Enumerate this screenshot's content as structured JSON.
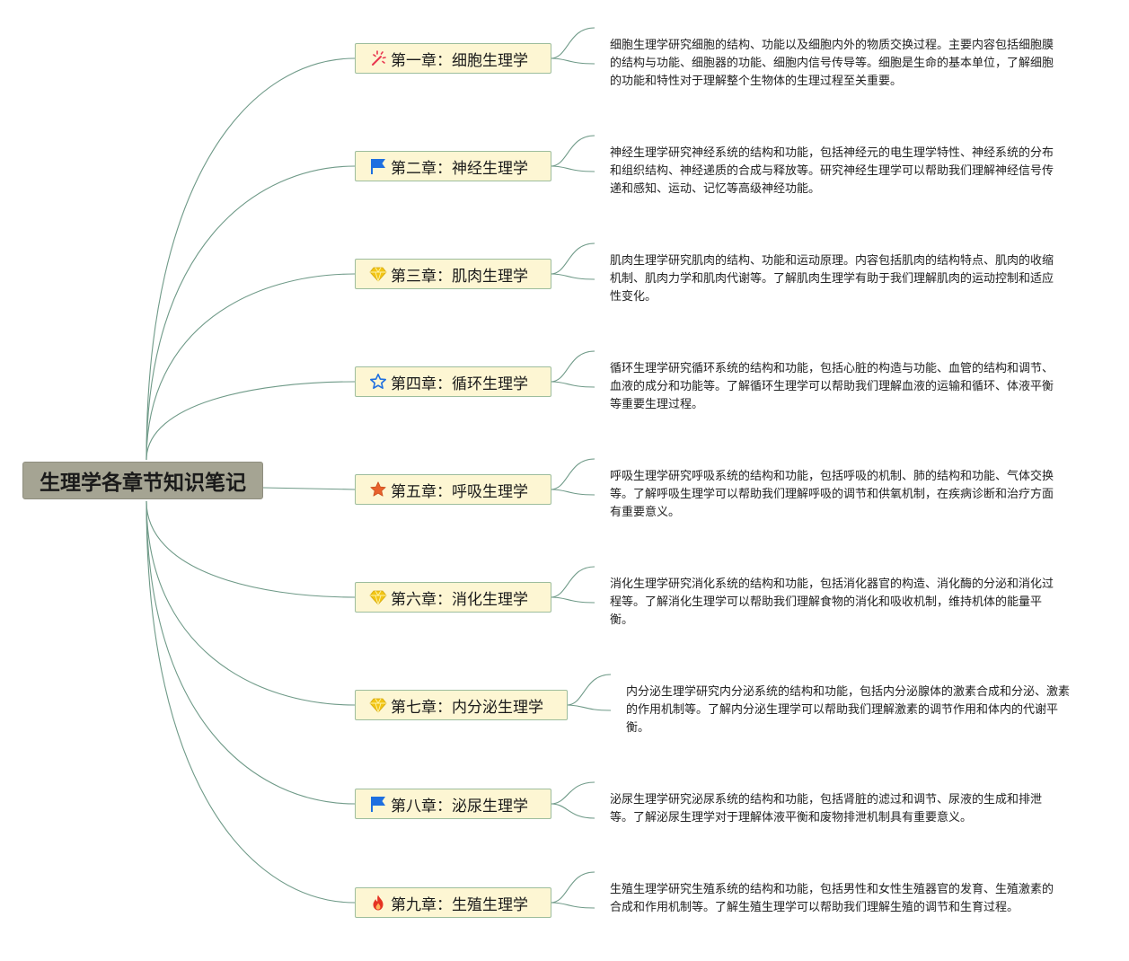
{
  "root": {
    "title": "生理学各章节知识笔记"
  },
  "chapters": [
    {
      "title": "第一章：细胞生理学",
      "icon": "magic-wand-icon",
      "description": "细胞生理学研究细胞的结构、功能以及细胞内外的物质交换过程。主要内容包括细胞膜的结构与功能、细胞器的功能、细胞内信号传导等。细胞是生命的基本单位，了解细胞的功能和特性对于理解整个生物体的生理过程至关重要。"
    },
    {
      "title": "第二章：神经生理学",
      "icon": "flag-icon",
      "description": "神经生理学研究神经系统的结构和功能，包括神经元的电生理学特性、神经系统的分布和组织结构、神经递质的合成与释放等。研究神经生理学可以帮助我们理解神经信号传递和感知、运动、记忆等高级神经功能。"
    },
    {
      "title": "第三章：肌肉生理学",
      "icon": "diamond-icon",
      "description": "肌肉生理学研究肌肉的结构、功能和运动原理。内容包括肌肉的结构特点、肌肉的收缩机制、肌肉力学和肌肉代谢等。了解肌肉生理学有助于我们理解肌肉的运动控制和适应性变化。"
    },
    {
      "title": "第四章：循环生理学",
      "icon": "star-outline-icon",
      "description": "循环生理学研究循环系统的结构和功能，包括心脏的构造与功能、血管的结构和调节、血液的成分和功能等。了解循环生理学可以帮助我们理解血液的运输和循环、体液平衡等重要生理过程。"
    },
    {
      "title": "第五章：呼吸生理学",
      "icon": "star-filled-icon",
      "description": "呼吸生理学研究呼吸系统的结构和功能，包括呼吸的机制、肺的结构和功能、气体交换等。了解呼吸生理学可以帮助我们理解呼吸的调节和供氧机制，在疾病诊断和治疗方面有重要意义。"
    },
    {
      "title": "第六章：消化生理学",
      "icon": "diamond-icon",
      "description": "消化生理学研究消化系统的结构和功能，包括消化器官的构造、消化酶的分泌和消化过程等。了解消化生理学可以帮助我们理解食物的消化和吸收机制，维持机体的能量平衡。"
    },
    {
      "title": "第七章：内分泌生理学",
      "icon": "diamond-icon",
      "description": "内分泌生理学研究内分泌系统的结构和功能，包括内分泌腺体的激素合成和分泌、激素的作用机制等。了解内分泌生理学可以帮助我们理解激素的调节作用和体内的代谢平衡。"
    },
    {
      "title": "第八章：泌尿生理学",
      "icon": "flag-icon",
      "description": "泌尿生理学研究泌尿系统的结构和功能，包括肾脏的滤过和调节、尿液的生成和排泄等。了解泌尿生理学对于理解体液平衡和废物排泄机制具有重要意义。"
    },
    {
      "title": "第九章：生殖生理学",
      "icon": "fire-icon",
      "description": "生殖生理学研究生殖系统的结构和功能，包括男性和女性生殖器官的发育、生殖激素的合成和作用机制等。了解生殖生理学可以帮助我们理解生殖的调节和生育过程。"
    }
  ],
  "colors": {
    "root_fill": "#a5a493",
    "chapter_fill": "#fdf6d3",
    "chapter_border": "#9dbd9d",
    "connector": "#6f9a88",
    "flag_blue": "#1e6fe0",
    "star_orange": "#e8622c",
    "diamond_yellow": "#f2c515",
    "fire_red": "#e53323",
    "wand_red": "#e8364f"
  }
}
